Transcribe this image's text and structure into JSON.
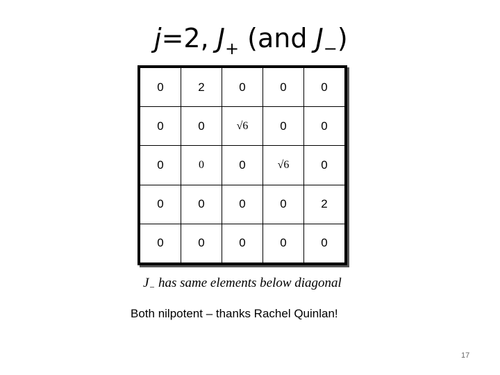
{
  "slide": {
    "title": {
      "pre": "j",
      "eq": "=2, ",
      "jp": "J",
      "jp_sub": "+",
      "mid": " (and ",
      "jm": "J",
      "jm_sub": "−",
      "end": ")"
    },
    "matrix": [
      [
        "0",
        "2",
        "0",
        "0",
        "0"
      ],
      [
        "0",
        "0",
        "√6",
        "0",
        "0"
      ],
      [
        "0",
        "0",
        "0",
        "√6",
        "0"
      ],
      [
        "0",
        "0",
        "0",
        "0",
        "2"
      ],
      [
        "0",
        "0",
        "0",
        "0",
        "0"
      ]
    ],
    "note": {
      "j": "J",
      "sub": "−",
      "rest": " has same elements below diagonal"
    },
    "line2": "Both nilpotent – thanks Rachel Quinlan!",
    "page_number": "17"
  }
}
